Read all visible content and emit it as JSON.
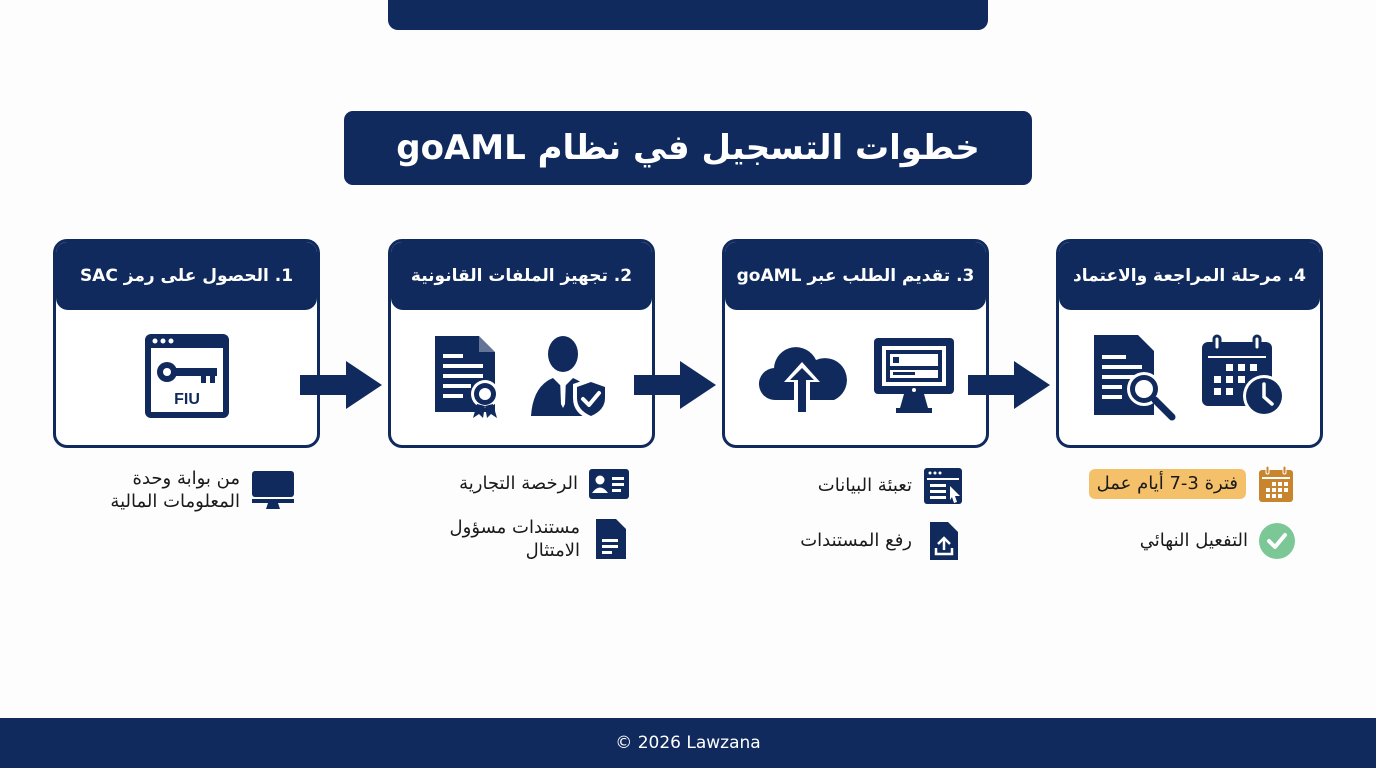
{
  "title": "خطوات التسجيل في نظام goAML",
  "colors": {
    "navy": "#102a5e",
    "badge_bg": "#f5c06a",
    "badge_icon": "#c9842e",
    "check_green": "#7cc796"
  },
  "steps": [
    {
      "header": "1. الحصول على رمز SAC",
      "icons": [
        "key-window-fiu-icon"
      ],
      "icon_label": "FIU",
      "details": [
        {
          "icon": "monitor-icon",
          "text": "من بوابة وحدة المعلومات المالية"
        }
      ]
    },
    {
      "header": "2. تجهيز الملفات القانونية",
      "icons": [
        "certificate-document-icon",
        "person-shield-icon"
      ],
      "details": [
        {
          "icon": "id-card-icon",
          "text": "الرخصة التجارية"
        },
        {
          "icon": "document-icon",
          "text": "مستندات مسؤول الامتثال"
        }
      ]
    },
    {
      "header": "3. تقديم الطلب عبر goAML",
      "icons": [
        "cloud-upload-icon",
        "desktop-form-icon"
      ],
      "details": [
        {
          "icon": "form-cursor-icon",
          "text": "تعبئة البيانات"
        },
        {
          "icon": "file-upload-icon",
          "text": "رفع المستندات"
        }
      ]
    },
    {
      "header": "4. مرحلة المراجعة والاعتماد",
      "icons": [
        "document-search-icon",
        "calendar-clock-icon"
      ],
      "details": [
        {
          "icon": "calendar-icon",
          "text": "فترة 3-7 أيام عمل",
          "highlight": true
        },
        {
          "icon": "check-circle-icon",
          "text": "التفعيل النهائي"
        }
      ]
    }
  ],
  "footer": {
    "text": "© 2026 Lawzana"
  }
}
